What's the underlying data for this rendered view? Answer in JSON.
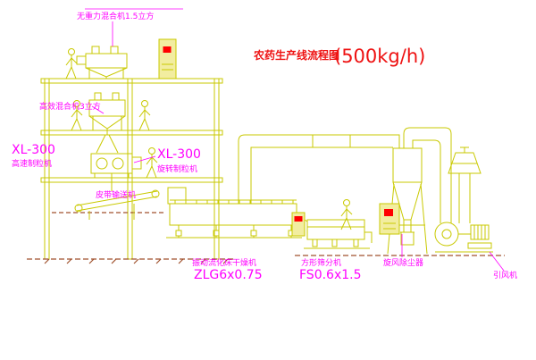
{
  "diagram": {
    "title": "农药生产线流程图",
    "capacity": "(500kg/h)"
  },
  "labels": {
    "top_mixer": "无重力混合机1.5立方",
    "second_mixer": "高效混合机3立方",
    "granulator_left": {
      "model": "XL-300",
      "name": "高速制粒机"
    },
    "granulator_mid": {
      "model": "XL-300",
      "name": "旋转制粒机"
    },
    "belt_conveyor": "皮带输送机",
    "dryer": {
      "name": "振动流化床干燥机",
      "model": "ZLG6x0.75"
    },
    "sieve": {
      "name": "方形筛分机",
      "model": "FS0.6x1.5"
    },
    "cyclone": "旋风除尘器",
    "fan": "引风机"
  },
  "colors": {
    "line": "#c9c900",
    "label_magenta": "#ff00ff",
    "title_red": "#ee1111",
    "ground_dash": "#a0522d",
    "indicator_red": "#ff0000",
    "cabinet_fill": "#f2eda0"
  }
}
